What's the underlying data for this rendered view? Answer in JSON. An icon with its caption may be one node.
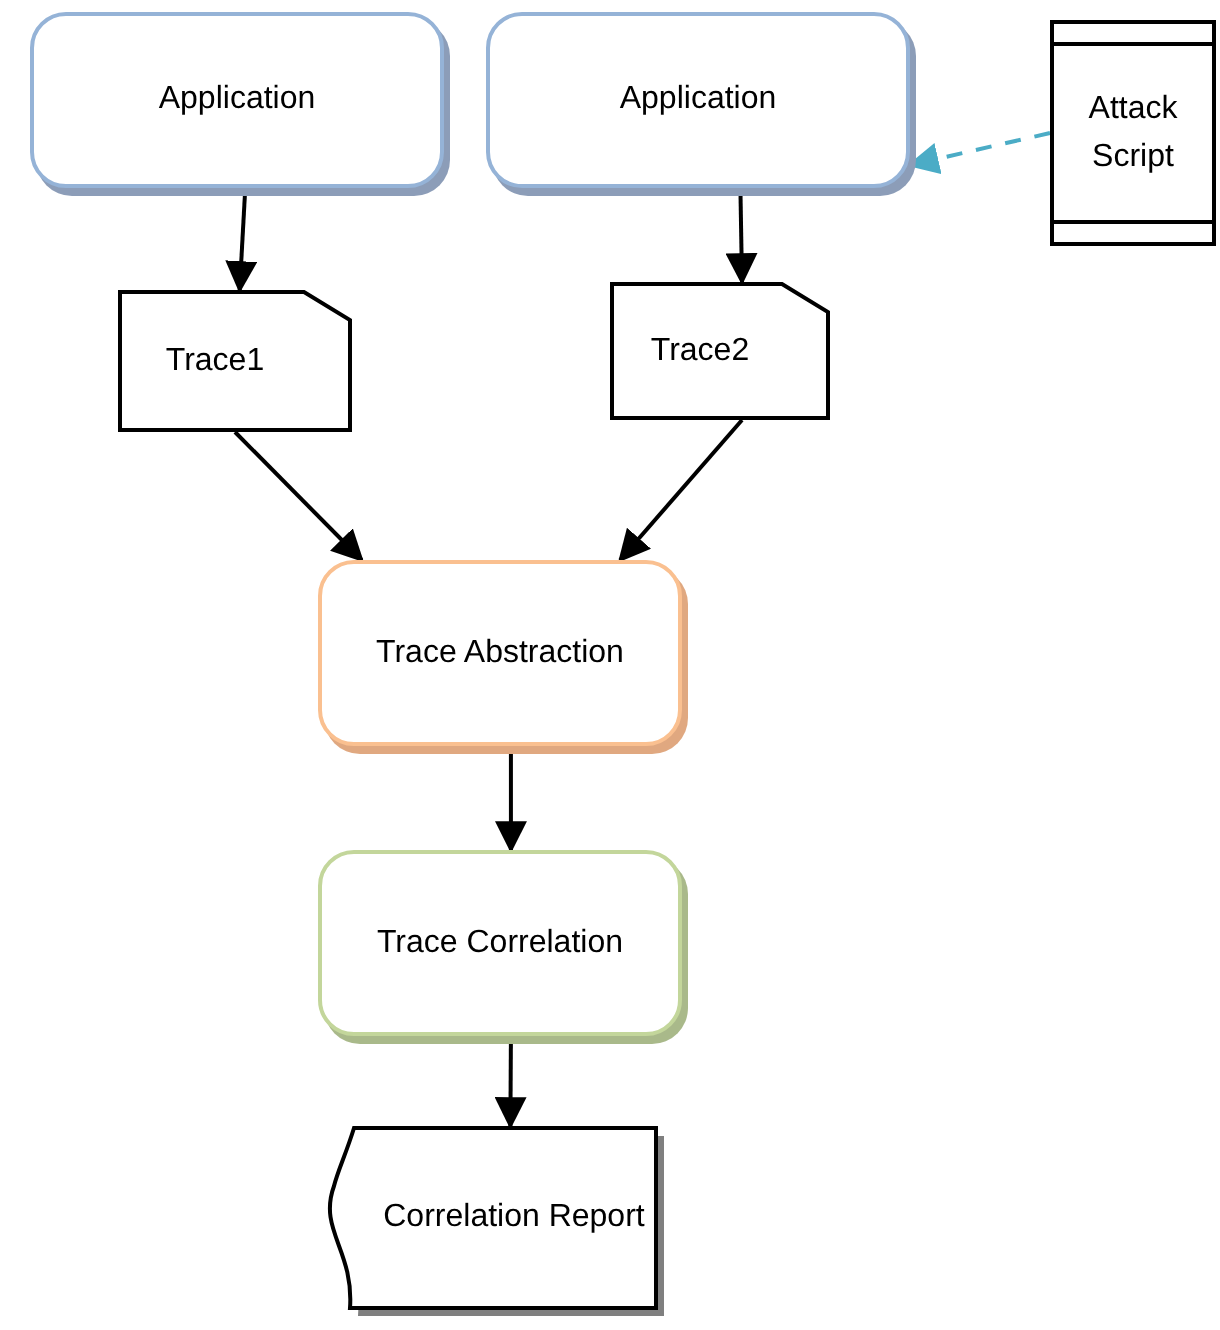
{
  "diagram": {
    "nodes": [
      {
        "text": [
          "Application"
        ]
      },
      {
        "text": [
          "Application"
        ]
      },
      {
        "text": [
          "Attack Script"
        ]
      },
      {
        "text": [
          "Trace1"
        ]
      },
      {
        "text": [
          "Trace2"
        ]
      },
      {
        "text": [
          "Trace Abstraction"
        ]
      },
      {
        "text": [
          "Trace Correlation"
        ]
      },
      {
        "text": [
          "Correlation Report"
        ]
      }
    ],
    "edges": [
      {
        "from": 0,
        "to": 3,
        "arrow": "to"
      },
      {
        "from": 1,
        "to": 4,
        "arrow": "to"
      },
      {
        "from": 2,
        "to": 1,
        "arrow": "to",
        "style": "dashed",
        "color": "#4bacc6"
      },
      {
        "from": 3,
        "to": 5,
        "arrow": "to"
      },
      {
        "from": 4,
        "to": 5,
        "arrow": "to"
      },
      {
        "from": 5,
        "to": 6,
        "arrow": "to"
      },
      {
        "from": 6,
        "to": 7,
        "arrow": "to"
      }
    ]
  }
}
